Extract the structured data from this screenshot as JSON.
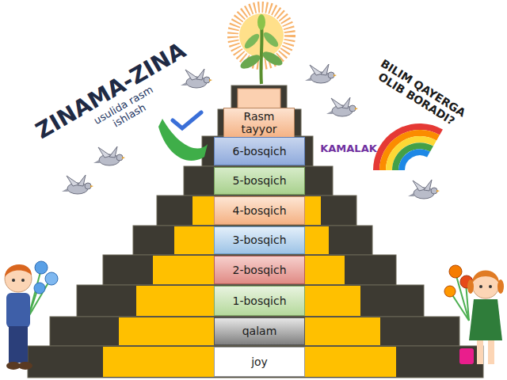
{
  "diagram": {
    "title": "ZINAMA-ZINA",
    "nodes": [
      {
        "text": [
          "Rasm tayyor"
        ]
      },
      {
        "text": [
          "6-bosqich"
        ]
      },
      {
        "text": [
          "5-bosqich"
        ]
      },
      {
        "text": [
          "4-bosqich"
        ]
      },
      {
        "text": [
          "3-bosqich"
        ]
      },
      {
        "text": [
          "2-bosqich"
        ]
      },
      {
        "text": [
          "1-bosqich"
        ]
      },
      {
        "text": [
          "qalam"
        ]
      },
      {
        "text": [
          "joy"
        ]
      }
    ],
    "labels": [
      "usulida rasm ishlash",
      "BILIM QAYERGA OLIB BORADI?",
      "KAMALAK"
    ]
  }
}
